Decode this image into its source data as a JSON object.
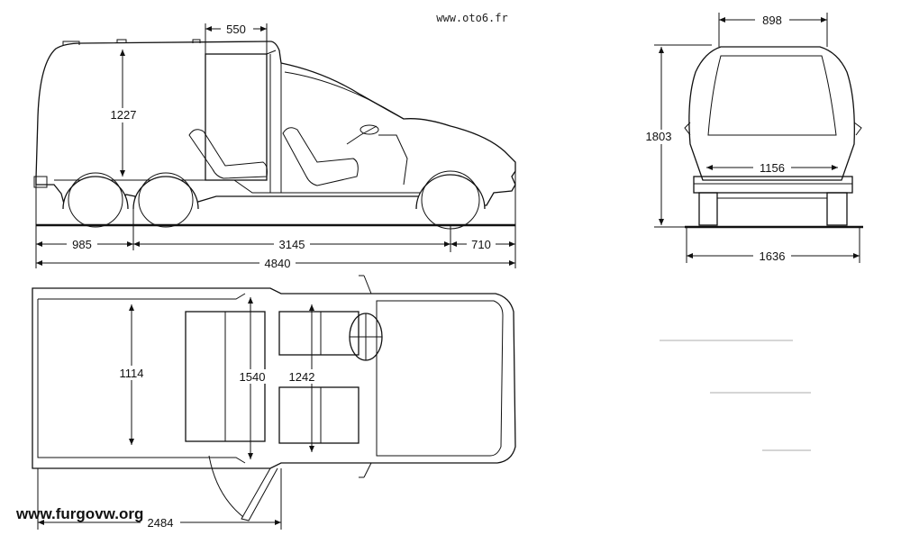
{
  "credits": {
    "top": "www.oto6.fr",
    "bottom": "www.furgovw.org"
  },
  "side_view": {
    "roof_opening": "550",
    "cargo_height": "1227",
    "rear_overhang": "985",
    "wheelbase": "3145",
    "front_overhang": "710",
    "overall_length": "4840"
  },
  "rear_view": {
    "roof_width": "898",
    "overall_height": "1803",
    "inner_width": "1156",
    "overall_width": "1636"
  },
  "plan_view": {
    "cargo_width": "1114",
    "bench_width": "1540",
    "cab_width": "1242",
    "cargo_length": "2484"
  }
}
